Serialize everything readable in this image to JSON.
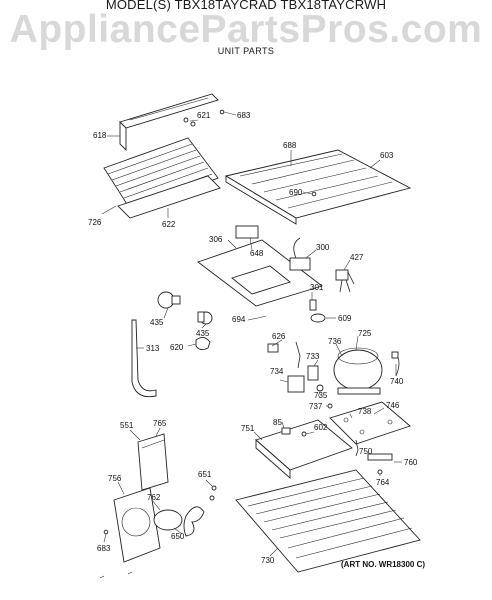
{
  "header": {
    "model_line": "MODEL(S) TBX18TAYCRAD  TBX18TAYCRWH",
    "watermark": "AppliancePartsPros.com",
    "section_title": "UNIT PARTS"
  },
  "labels": {
    "p618": "618",
    "p621": "621",
    "p683a": "683",
    "p726": "726",
    "p622": "622",
    "p688": "688",
    "p603": "603",
    "p690": "690",
    "p306": "306",
    "p648": "648",
    "p300": "300",
    "p427": "427",
    "p301": "301",
    "p694": "694",
    "p609": "609",
    "p435a": "435",
    "p435b": "435",
    "p313": "313",
    "p620": "620",
    "p626": "626",
    "p725": "725",
    "p736": "736",
    "p733": "733",
    "p734": "734",
    "p735": "735",
    "p740": "740",
    "p737": "737",
    "p738": "738",
    "p746": "746",
    "p551": "551",
    "p765": "765",
    "p751": "751",
    "p85": "85",
    "p602": "602",
    "p750": "750",
    "p760": "760",
    "p764": "764",
    "p756": "756",
    "p762": "762",
    "p651": "651",
    "p650": "650",
    "p683b": "683",
    "p730": "730"
  },
  "art_number": "(ART NO. WR18300 C)"
}
